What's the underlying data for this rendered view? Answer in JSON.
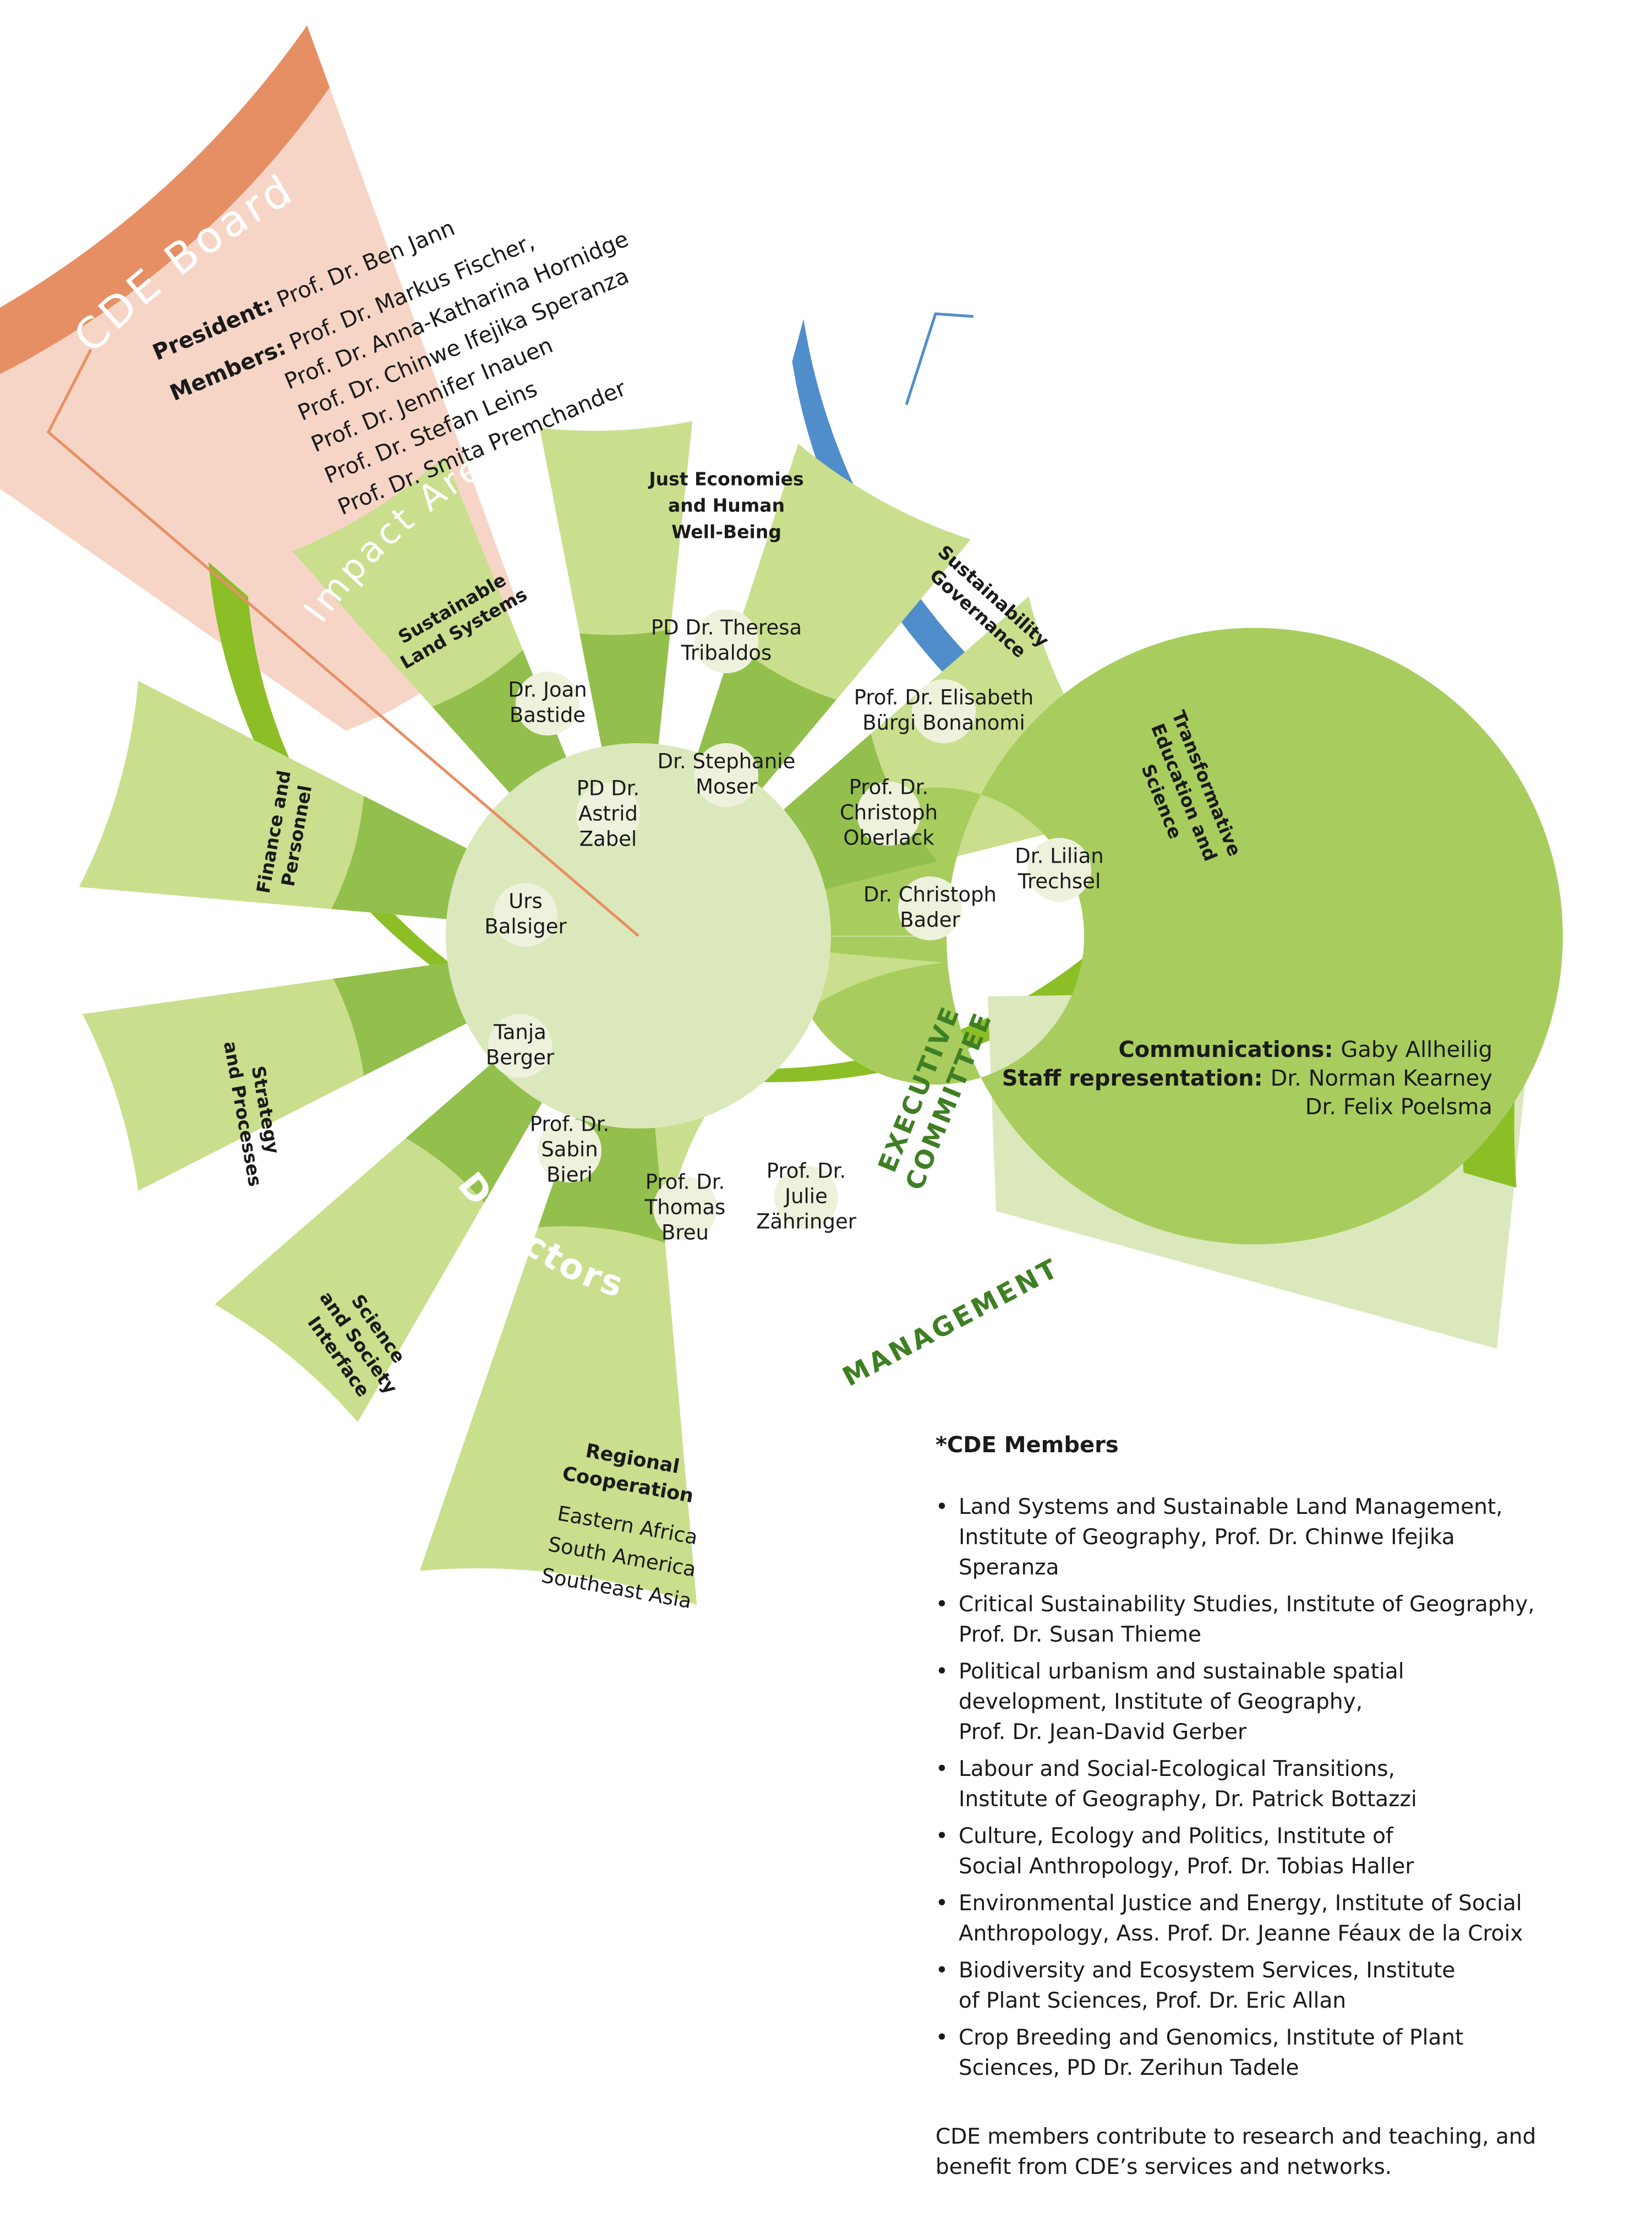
{
  "colors": {
    "board_orange": "#e78f64",
    "board_fill": "#f6d5c7",
    "member_blue": "#4f8ecb",
    "green_bright": "#8cbe26",
    "green_title": "#3f7f24",
    "green_light": "#c9df8d",
    "green_mid": "#a8cd5e",
    "green_dark": "#93bf4d",
    "green_pale": "#dbe8bc",
    "person_circle": "#eef2dd"
  },
  "board": {
    "title": "CDE Board",
    "president_label": "President:",
    "president": "Prof. Dr. Ben Jann",
    "members_label": "Members:",
    "members": [
      "Prof. Dr. Markus Fischer,",
      "Prof. Dr. Anna-Katharina Hornidge",
      "Prof. Dr. Chinwe Ifejika Speranza",
      "Prof. Dr. Jennifer Inauen",
      "Prof. Dr. Stefan Leins",
      "Prof. Dr. Smita Premchander"
    ]
  },
  "cde_members_arc_title": "CDE Members*",
  "impact_areas": {
    "title": "Impact Areas",
    "segments": [
      {
        "label": [
          "Sustainable",
          "Land Systems"
        ],
        "person": [
          "Dr. Joan",
          "Bastide"
        ]
      },
      {
        "label": [
          "Just Economies",
          "and Human",
          "Well-Being"
        ],
        "person": [
          "PD Dr. Theresa",
          "Tribaldos"
        ]
      },
      {
        "label": [
          "Sustainability",
          "Governance"
        ],
        "person": [
          "Prof. Dr. Elisabeth",
          "Bürgi Bonanomi"
        ]
      },
      {
        "label": [
          "Transformative",
          "Education and",
          "Science"
        ],
        "person": [
          "Dr. Lilian",
          "Trechsel"
        ]
      }
    ]
  },
  "executive_committee": {
    "title_lines": [
      "EXECUTIVE",
      "COMMITTEE"
    ],
    "people": [
      [
        "Dr. Stephanie",
        "Moser"
      ],
      [
        "Prof. Dr.",
        "Christoph",
        "Oberlack"
      ],
      [
        "Dr. Christoph",
        "Bader"
      ],
      [
        "PD Dr.",
        "Astrid",
        "Zabel"
      ]
    ]
  },
  "management": {
    "title": "MANAGEMENT",
    "segments": [
      {
        "label": [
          "Finance and",
          "Personnel"
        ],
        "person": [
          "Urs",
          "Balsiger"
        ]
      },
      {
        "label": [
          "Strategy",
          "and Processes"
        ],
        "person": [
          "Tanja",
          "Berger"
        ]
      },
      {
        "label": [
          "Science",
          "and Society",
          "Interface"
        ],
        "person": [
          "Prof. Dr.",
          "Sabin",
          "Bieri"
        ]
      },
      {
        "label": [
          "Regional",
          "Cooperation"
        ],
        "regions": [
          "Eastern Africa",
          "South America",
          "Southeast Asia"
        ],
        "person": [
          "Prof. Dr.",
          "Thomas",
          "Breu"
        ]
      }
    ]
  },
  "directors": {
    "title": "Directors",
    "extra_person": [
      "Prof. Dr.",
      "Julie",
      "Zähringer"
    ]
  },
  "advisory": {
    "title_lines": [
      "Non-Voting",
      "Advisory Members"
    ],
    "rows": [
      {
        "label": "Communications:",
        "names": [
          "Gaby Allheilig"
        ]
      },
      {
        "label": "Staff representation:",
        "names": [
          "Dr. Norman Kearney",
          "Dr. Felix Poelsma"
        ]
      }
    ]
  },
  "members_list": {
    "title": "*CDE Members",
    "items": [
      [
        "Land Systems and Sustainable Land Management,",
        "Institute of Geography, Prof. Dr. Chinwe Ifejika",
        "Speranza"
      ],
      [
        "Critical Sustainability Studies, Institute of Geography,",
        "Prof. Dr. Susan Thieme"
      ],
      [
        "Political urbanism and sustainable spatial",
        "development, Institute of Geography,",
        "Prof. Dr. Jean-David Gerber"
      ],
      [
        "Labour and Social-Ecological Transitions,",
        "Institute of Geography, Dr. Patrick Bottazzi"
      ],
      [
        "Culture, Ecology and Politics, Institute of",
        "Social Anthropology, Prof. Dr. Tobias Haller"
      ],
      [
        "Environmental Justice and Energy, Institute of Social",
        "Anthropology, Ass. Prof. Dr. Jeanne Féaux de la Croix"
      ],
      [
        "Biodiversity and Ecosystem Services, Institute",
        "of Plant Sciences, Prof. Dr. Eric Allan"
      ],
      [
        "Crop Breeding and Genomics, Institute of Plant",
        "Sciences, PD Dr. Zerihun Tadele"
      ]
    ],
    "bullet": "•",
    "footer_lines": [
      "CDE members contribute to research and teaching, and",
      "benefit from CDE’s services and networks."
    ]
  }
}
